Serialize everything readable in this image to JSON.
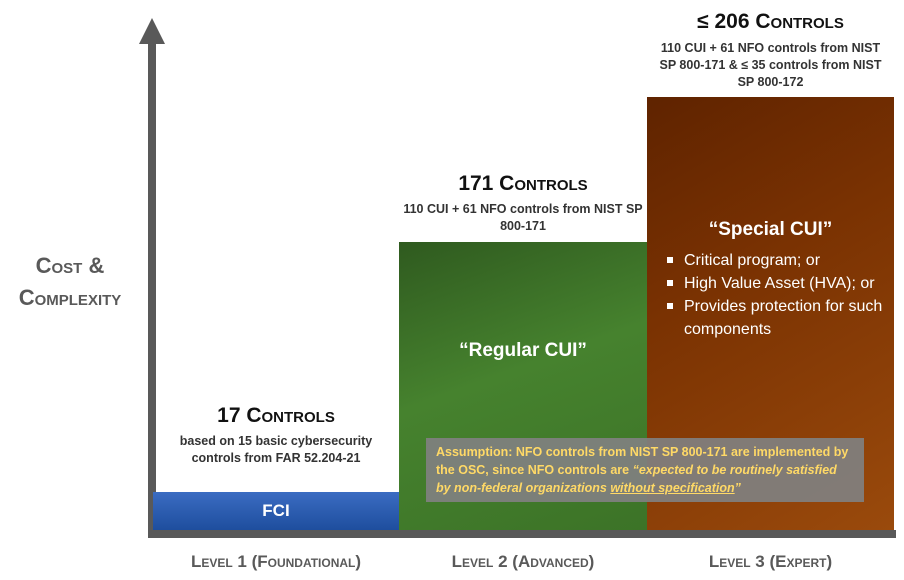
{
  "axis": {
    "y_label_line1": "Cost &",
    "y_label_line2": "Complexity"
  },
  "levels": [
    {
      "x_label": "Level 1 (Foundational)",
      "title": "17 Controls",
      "description": "based on 15 basic cybersecurity controls from FAR 52.204-21",
      "bar_label": "FCI",
      "color": "#2a5aa8"
    },
    {
      "x_label": "Level 2 (Advanced)",
      "title": "171 Controls",
      "description": "110 CUI + 61 NFO controls from NIST SP 800-171",
      "bar_label": "“Regular CUI”",
      "color": "#46822e"
    },
    {
      "x_label": "Level 3 (Expert)",
      "title": "≤ 206 Controls",
      "description": "110 CUI + 61 NFO controls from NIST SP 800-171  &  ≤ 35 controls from NIST SP 800-172",
      "bar_label": "“Special CUI”",
      "bullets": [
        "Critical program; or",
        "High Value Asset (HVA); or",
        "Provides protection for such components"
      ],
      "color": "#7a3202"
    }
  ],
  "assumption": {
    "prefix": "Assumption: NFO controls from NIST SP 800-171 are implemented by the OSC, since NFO controls are ",
    "quote_start": "“expected to be routinely satisfied by non-federal organizations ",
    "quote_underlined": "without specification",
    "quote_end": "”"
  }
}
